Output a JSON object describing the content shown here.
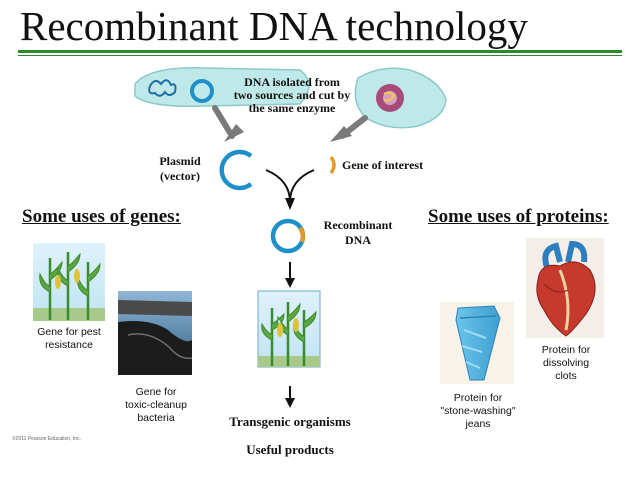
{
  "title": "Recombinant DNA technology",
  "top_caption": [
    "DNA isolated from",
    "two sources and cut by",
    "the same enzyme"
  ],
  "plasmid_label": [
    "Plasmid",
    "(vector)"
  ],
  "gene_label": "Gene of interest",
  "recombinant_label": [
    "Recombinant",
    "DNA"
  ],
  "uses_genes_heading": "Some uses of genes:",
  "uses_proteins_heading": "Some uses of proteins:",
  "gene_pest": [
    "Gene for pest",
    "resistance"
  ],
  "gene_toxic": [
    "Gene for",
    "toxic-cleanup",
    "bacteria"
  ],
  "protein_jeans": [
    "Protein for",
    "\"stone-washing\"",
    "jeans"
  ],
  "protein_clots": [
    "Protein for",
    "dissolving",
    "clots"
  ],
  "transgenic_label": "Transgenic organisms",
  "useful_label": "Useful products",
  "copyright": "©2011 Pearson Education, Inc.",
  "colors": {
    "accent_green": "#2d8a2d",
    "cell_fill": "#bfe8e8",
    "plasmid_blue": "#1e8fc8",
    "gene_orange": "#e49a2a"
  }
}
